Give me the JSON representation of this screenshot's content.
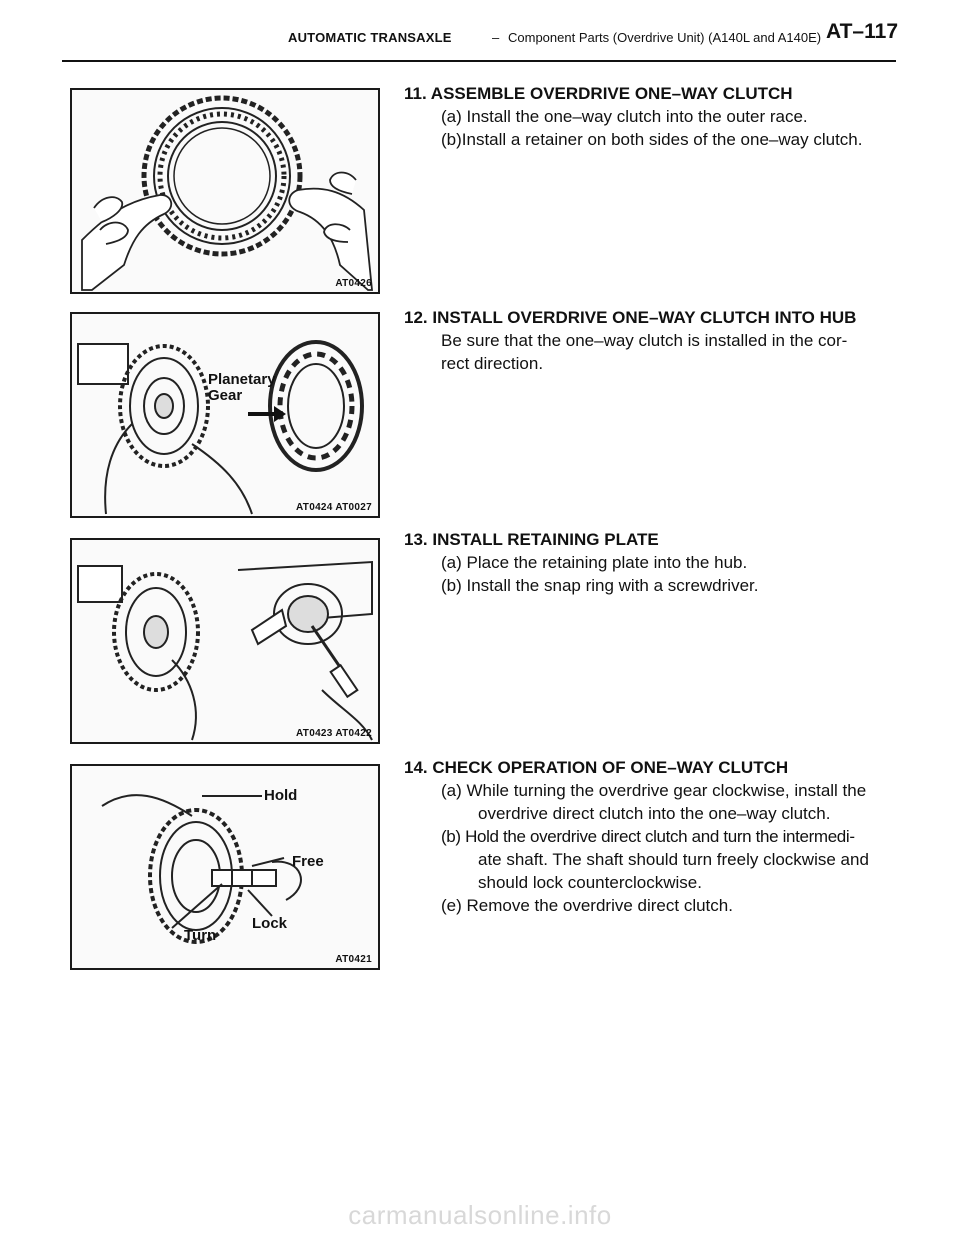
{
  "header": {
    "section": "AUTOMATIC TRANSAXLE",
    "separator": "–",
    "subsection": "Component Parts (Overdrive Unit) (A140L and A140E)",
    "page": "AT–117"
  },
  "steps": [
    {
      "title": "11. ASSEMBLE OVERDRIVE ONE–WAY CLUTCH",
      "lines": [
        "(a) Install the one–way clutch into the outer race.",
        "(b)Install a retainer on both sides of the one–way clutch."
      ],
      "figure": {
        "code": "AT0426"
      }
    },
    {
      "title": "12. INSTALL OVERDRIVE ONE–WAY CLUTCH INTO HUB",
      "lines": [
        "Be sure that the one–way clutch is installed in the cor-",
        "rect direction."
      ],
      "figure": {
        "code": "AT0424 AT0027",
        "labels": [
          "Planetary",
          "Gear"
        ]
      }
    },
    {
      "title": "13. INSTALL RETAINING PLATE",
      "lines": [
        "(a) Place the retaining plate into the hub.",
        "(b) Install the snap ring with a screwdriver."
      ],
      "figure": {
        "code": "AT0423 AT0422"
      }
    },
    {
      "title": "14. CHECK OPERATION OF ONE–WAY CLUTCH",
      "lines": [
        "(a) While turning the overdrive gear clockwise, install the",
        "overdrive direct clutch into the one–way clutch.",
        "(b) Hold the overdrive direct clutch and turn the intermedi-",
        "ate shaft. The shaft should turn freely clockwise and",
        "should lock counterclockwise.",
        "(e) Remove the overdrive direct clutch."
      ],
      "figure": {
        "code": "AT0421",
        "labels": [
          "Hold",
          "Free",
          "Lock",
          "Turn"
        ]
      }
    }
  ],
  "watermark": "carmanualsonline.info"
}
